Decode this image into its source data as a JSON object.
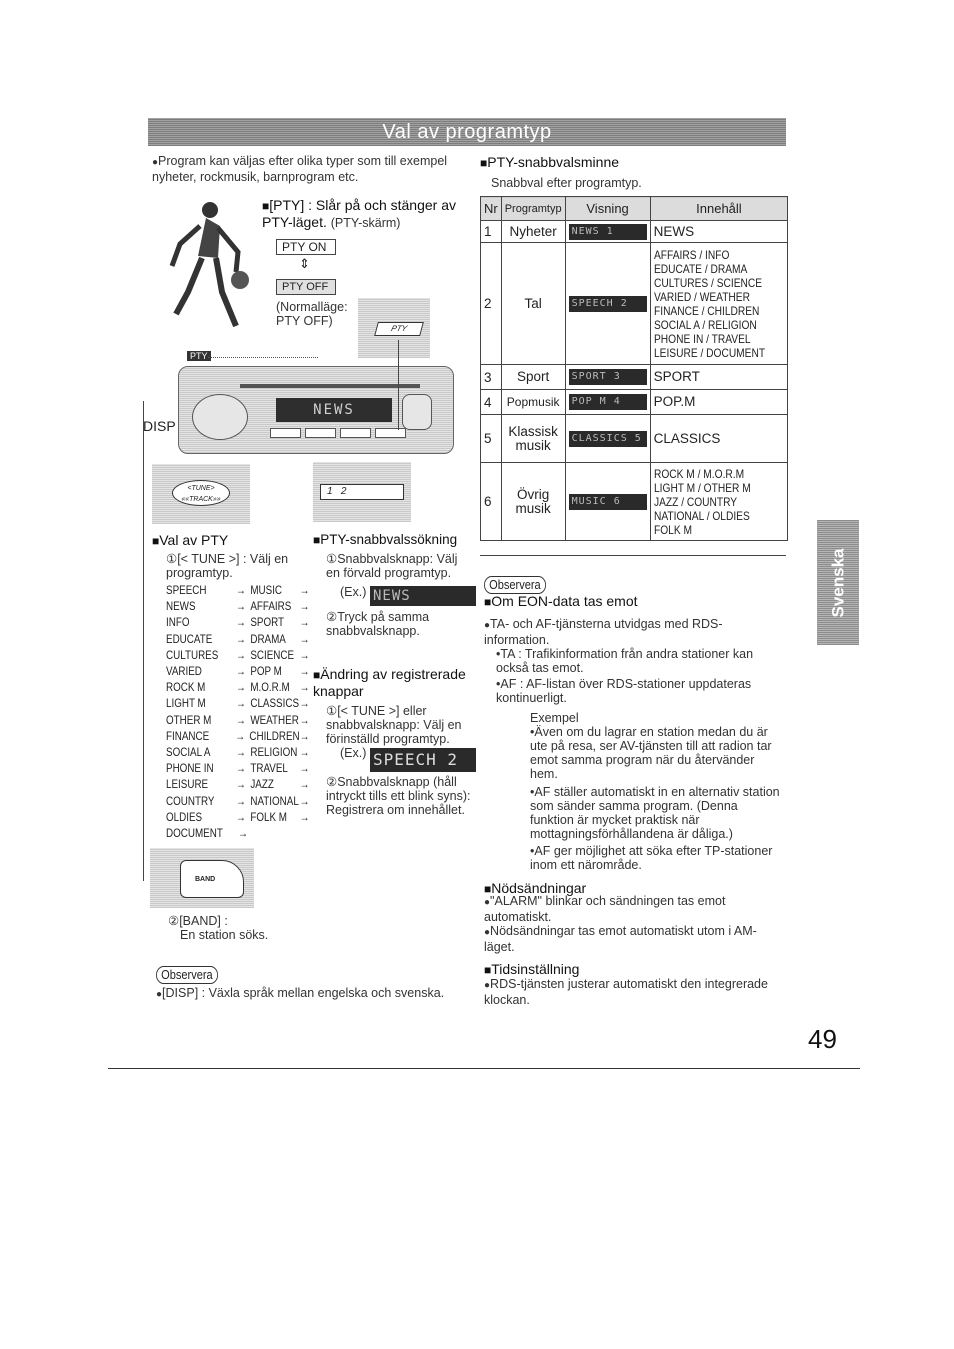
{
  "banner_title": "Val av programtyp",
  "intro": "Program kan väljas efter olika typer som till exempel nyheter, rockmusik, barnprogram etc.",
  "pty_button": {
    "title": "[PTY] : Slår på och stänger av PTY-läget.",
    "subtitle": "(PTY-skärm)",
    "on_label": "PTY ON",
    "off_label": "PTY OFF",
    "normal_label": "(Normalläge: PTY OFF)",
    "pty_key": "PTY",
    "pty_tag": "PTY",
    "lcd": "NEWS",
    "disp": "DISP",
    "tune_key": "<TUNE> ««TRACK»»",
    "preset_key": "1   2",
    "band_key": "BAND"
  },
  "val_av_pty": {
    "heading": "Val av PTY",
    "step1": "①[< TUNE >] : Välj en programtyp.",
    "order": [
      [
        "SPEECH",
        "MUSIC"
      ],
      [
        "NEWS",
        "AFFAIRS"
      ],
      [
        "INFO",
        "SPORT"
      ],
      [
        "EDUCATE",
        "DRAMA"
      ],
      [
        "CULTURES",
        "SCIENCE"
      ],
      [
        "VARIED",
        "POP M"
      ],
      [
        "ROCK M",
        "M.O.R.M"
      ],
      [
        "LIGHT M",
        "CLASSICS"
      ],
      [
        "OTHER M",
        "WEATHER"
      ],
      [
        "FINANCE",
        "CHILDREN"
      ],
      [
        "SOCIAL A",
        "RELIGION"
      ],
      [
        "PHONE IN",
        "TRAVEL"
      ],
      [
        "LEISURE",
        "JAZZ"
      ],
      [
        "COUNTRY",
        "NATIONAL"
      ],
      [
        "OLDIES",
        "FOLK M"
      ],
      [
        "DOCUMENT",
        ""
      ]
    ],
    "step2_label": "②[BAND] :",
    "step2_text": "En station söks."
  },
  "sokning": {
    "heading": "PTY-snabbvalssökning",
    "step1": "①Snabbvalsknapp: Välj en förvald programtyp.",
    "ex_label": "(Ex.)",
    "ex_lcd": "NEWS",
    "step2": "②Tryck på samma snabbvalsknapp."
  },
  "andring": {
    "heading": "Ändring av registrerade knappar",
    "step1": "①[< TUNE >] eller snabbvalsknapp: Välj en förinställd programtyp.",
    "ex_label": "(Ex.)",
    "ex_lcd": "SPEECH  2",
    "step2": "②Snabbvalsknapp (håll intryckt tills ett blink syns): Registrera om innehållet."
  },
  "observera_left": {
    "label": "Observera",
    "text": "[DISP] : Växla språk mellan engelska och svenska."
  },
  "minne": {
    "heading": "PTY-snabbvalsminne",
    "subtitle": "Snabbval efter programtyp.",
    "headers": [
      "Nr",
      "Programtyp",
      "Visning",
      "Innehåll"
    ],
    "rows": [
      {
        "nr": "1",
        "type": "Nyheter",
        "display": "NEWS  1",
        "content": [
          "NEWS"
        ]
      },
      {
        "nr": "2",
        "type": "Tal",
        "display": "SPEECH  2",
        "content": [
          "AFFAIRS / INFO",
          "EDUCATE / DRAMA",
          "CULTURES / SCIENCE",
          "VARIED / WEATHER",
          "FINANCE / CHILDREN",
          "SOCIAL A / RELIGION",
          "PHONE IN / TRAVEL",
          "LEISURE / DOCUMENT"
        ]
      },
      {
        "nr": "3",
        "type": "Sport",
        "display": "SPORT  3",
        "content": [
          "SPORT"
        ]
      },
      {
        "nr": "4",
        "type": "Popmusik",
        "display": "POP  M  4",
        "content": [
          "POP.M"
        ]
      },
      {
        "nr": "5",
        "type": "Klassisk musik",
        "display": "CLASSICS 5",
        "content": [
          "CLASSICS"
        ]
      },
      {
        "nr": "6",
        "type": "Övrig musik",
        "display": "MUSIC  6",
        "content": [
          "ROCK M / M.O.R.M",
          "LIGHT M / OTHER M",
          "JAZZ / COUNTRY",
          "NATIONAL / OLDIES",
          "FOLK M"
        ]
      }
    ]
  },
  "observera_right": {
    "label": "Observera",
    "eon_heading": "Om EON-data tas emot",
    "eon_intro": "TA- och AF-tjänsterna utvidgas med RDS-information.",
    "ta": "•TA : Trafikinformation från andra stationer kan också tas emot.",
    "af": "•AF : AF-listan över RDS-stationer uppdateras kontinuerligt.",
    "exempel": "Exempel",
    "ex1": "•Även om du lagrar en station medan du är ute på resa, ser AV-tjänsten till att radion tar emot samma program när du återvänder hem.",
    "ex2": "•AF ställer automatiskt in en alternativ station som sänder samma program. (Denna funktion är mycket praktisk när mottagningsförhållandena är dåliga.)",
    "ex3": "•AF ger möjlighet att söka efter TP-stationer inom ett närområde.",
    "nod_heading": "Nödsändningar",
    "nod1": "\"ALARM\" blinkar och sändningen tas emot automatiskt.",
    "nod2": "Nödsändningar tas emot automatiskt utom i AM-läget.",
    "tid_heading": "Tidsinställning",
    "tid1": "RDS-tjänsten justerar automatiskt den integrerade klockan."
  },
  "side_tab": "Svenska",
  "page_number": "49"
}
